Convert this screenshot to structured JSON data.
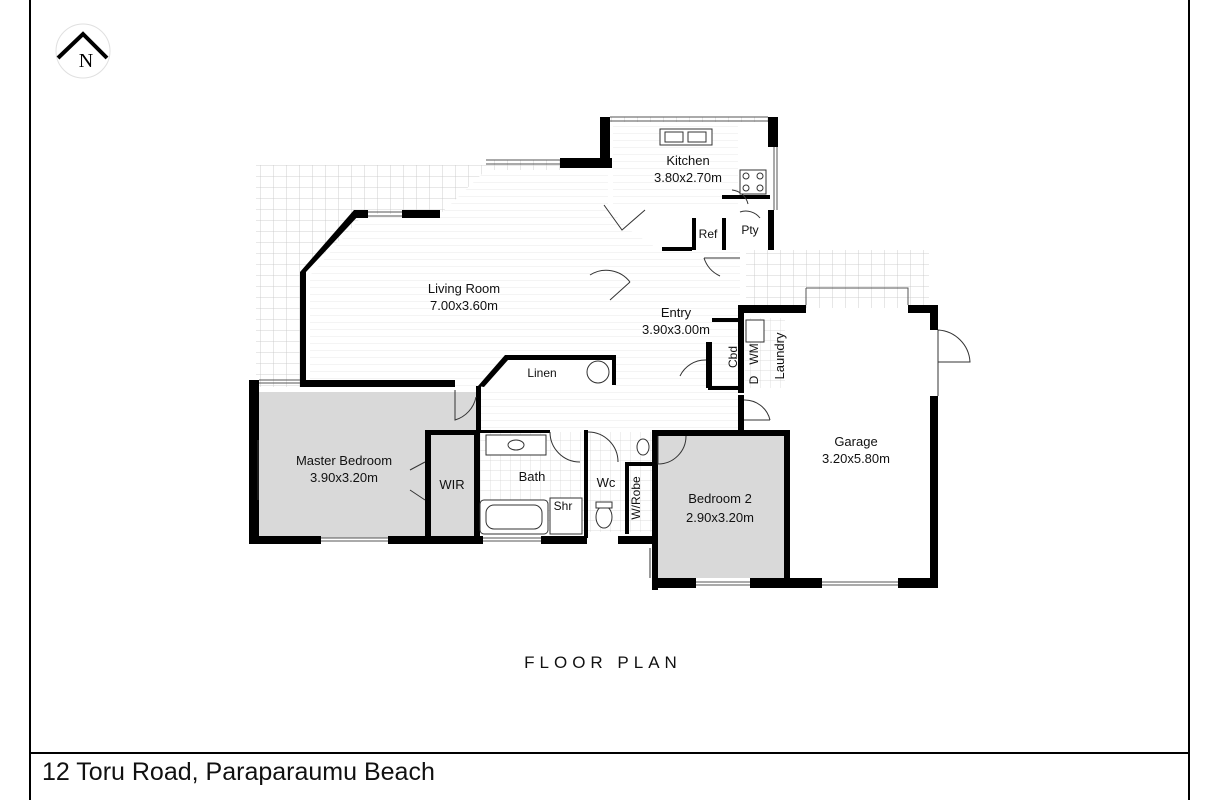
{
  "compass": {
    "letter": "N",
    "icon": "north-arrow-icon"
  },
  "rooms": {
    "kitchen": {
      "name": "Kitchen",
      "size": "3.80x2.70m"
    },
    "living": {
      "name": "Living Room",
      "size": "7.00x3.60m"
    },
    "entry": {
      "name": "Entry",
      "size": "3.90x3.00m"
    },
    "master": {
      "name": "Master Bedroom",
      "size": "3.90x3.20m"
    },
    "garage": {
      "name": "Garage",
      "size": "3.20x5.80m"
    },
    "bedroom2": {
      "name": "Bedroom 2",
      "size": "2.90x3.20m"
    }
  },
  "labels": {
    "ref": "Ref",
    "pty": "Pty",
    "linen": "Linen",
    "cbd": "Cbd",
    "wm": "WM",
    "d": "D",
    "laundry": "Laundry",
    "wir": "WIR",
    "bath": "Bath",
    "wc": "Wc",
    "shr": "Shr",
    "wrobe": "W/Robe"
  },
  "caption": "FLOOR PLAN",
  "address": "12 Toru Road, Paraparaumu Beach",
  "colors": {
    "wall": "#000000",
    "bedroom_fill": "#d9d9d9",
    "deck_line": "#bdbdbd",
    "floor_line": "#e6e6e6"
  }
}
